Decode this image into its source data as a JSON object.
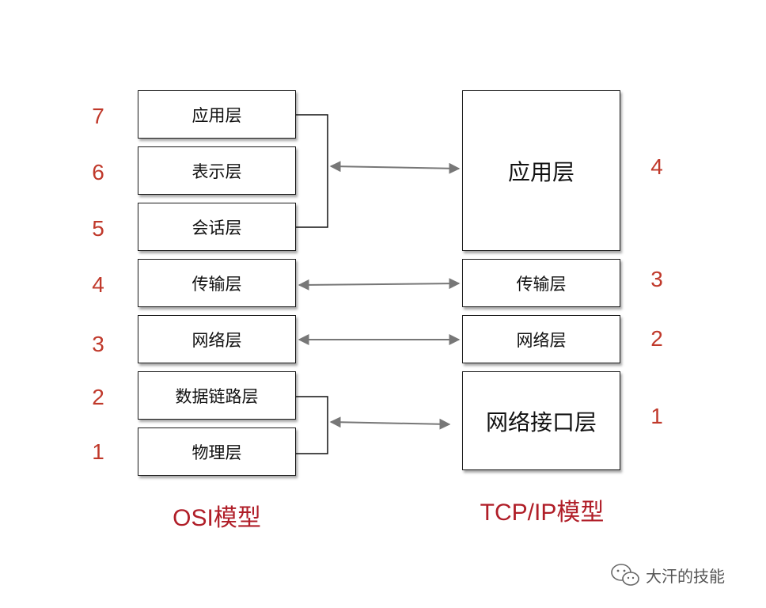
{
  "osi": {
    "layers": [
      {
        "num": "7",
        "label": "应用层"
      },
      {
        "num": "6",
        "label": "表示层"
      },
      {
        "num": "5",
        "label": "会话层"
      },
      {
        "num": "4",
        "label": "传输层"
      },
      {
        "num": "3",
        "label": "网络层"
      },
      {
        "num": "2",
        "label": "数据链路层"
      },
      {
        "num": "1",
        "label": "物理层"
      }
    ],
    "title": "OSI模型"
  },
  "tcpip": {
    "layers": [
      {
        "num": "4",
        "label": "应用层"
      },
      {
        "num": "3",
        "label": "传输层"
      },
      {
        "num": "2",
        "label": "网络层"
      },
      {
        "num": "1",
        "label": "网络接口层"
      }
    ],
    "title": "TCP/IP模型"
  },
  "colors": {
    "number": "#c0392b",
    "model_label": "#b01e28",
    "arrow": "#777777",
    "box_border": "#1a1a1a"
  },
  "watermark": {
    "icon": "wechat-icon",
    "text": "大汗的技能"
  }
}
